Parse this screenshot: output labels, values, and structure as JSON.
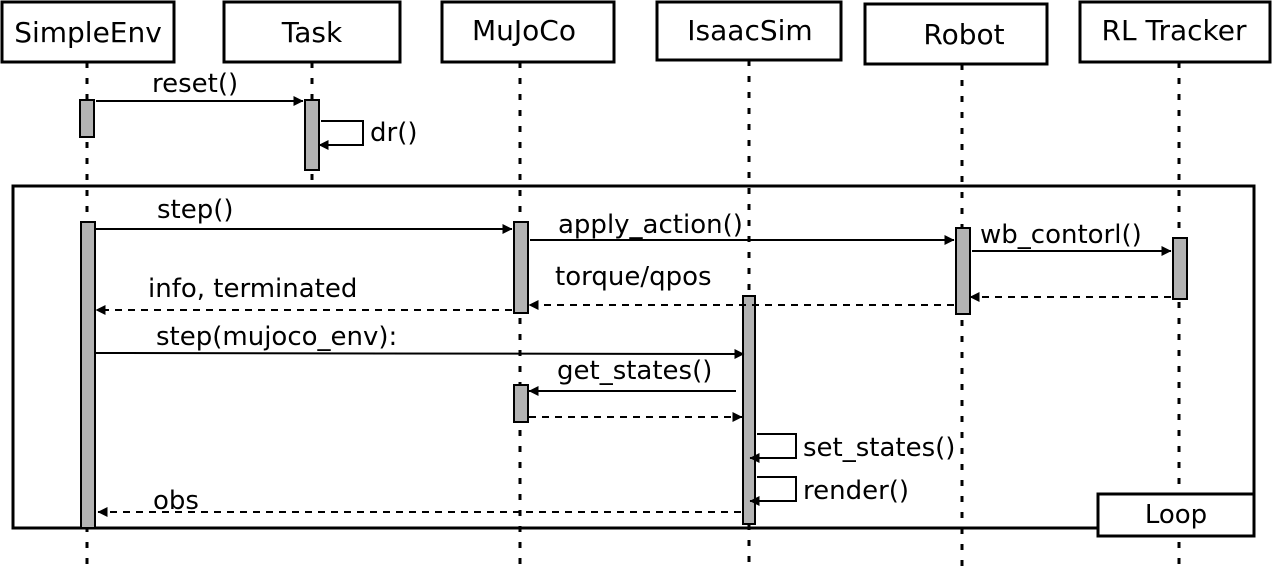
{
  "actors": [
    {
      "id": "simpleenv",
      "label": "SimpleEnv"
    },
    {
      "id": "task",
      "label": "Task"
    },
    {
      "id": "mujoco",
      "label": "MuJoCo"
    },
    {
      "id": "isaacsim",
      "label": "IsaacSim"
    },
    {
      "id": "robot",
      "label": "Robot"
    },
    {
      "id": "rltracker",
      "label": "RL Tracker"
    }
  ],
  "messages": {
    "reset": "reset()",
    "dr": "dr()",
    "step": "step()",
    "apply_action": "apply_action()",
    "wb_control": "wb_contorl()",
    "torque_qpos": "torque/qpos",
    "info_terminated": "info, terminated",
    "step_mujoco_env": "step(mujoco_env):",
    "get_states": "get_states()",
    "set_states": "set_states()",
    "render": "render()",
    "obs": "obs"
  },
  "frame": {
    "label": "Loop"
  }
}
